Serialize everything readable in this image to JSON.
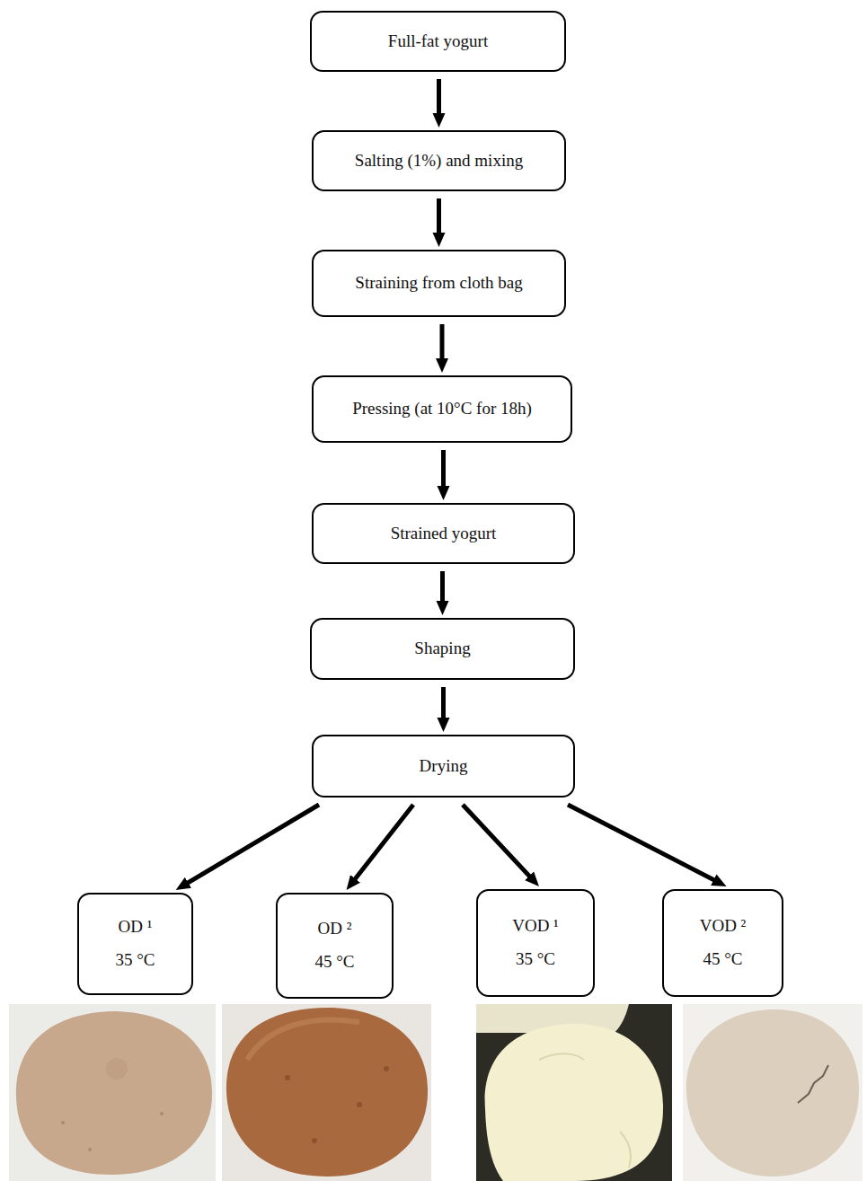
{
  "diagram": {
    "nodes": [
      {
        "text": [
          "Full-fat yogurt"
        ]
      },
      {
        "text": [
          "Salting (1%) and mixing"
        ]
      },
      {
        "text": [
          "Straining from cloth bag"
        ]
      },
      {
        "text": [
          "Pressing (at 10°C for 18h)"
        ]
      },
      {
        "text": [
          "Strained yogurt"
        ]
      },
      {
        "text": [
          "Shaping"
        ]
      },
      {
        "text": [
          "Drying"
        ]
      },
      {
        "text": [
          "OD ¹",
          "35 °C"
        ]
      },
      {
        "text": [
          "OD ²",
          "45 °C"
        ]
      },
      {
        "text": [
          "VOD ¹",
          "35 °C"
        ]
      },
      {
        "text": [
          "VOD ²",
          "45 °C"
        ]
      }
    ],
    "edges": [
      {
        "from": 0,
        "to": 1,
        "arrow": "to"
      },
      {
        "from": 1,
        "to": 2,
        "arrow": "to"
      },
      {
        "from": 2,
        "to": 3,
        "arrow": "to"
      },
      {
        "from": 3,
        "to": 4,
        "arrow": "to"
      },
      {
        "from": 4,
        "to": 5,
        "arrow": "to"
      },
      {
        "from": 5,
        "to": 6,
        "arrow": "to"
      },
      {
        "from": 6,
        "to": 7,
        "arrow": "to"
      },
      {
        "from": 6,
        "to": 8,
        "arrow": "to"
      },
      {
        "from": 6,
        "to": 9,
        "arrow": "to"
      },
      {
        "from": 6,
        "to": 10,
        "arrow": "to"
      }
    ]
  }
}
